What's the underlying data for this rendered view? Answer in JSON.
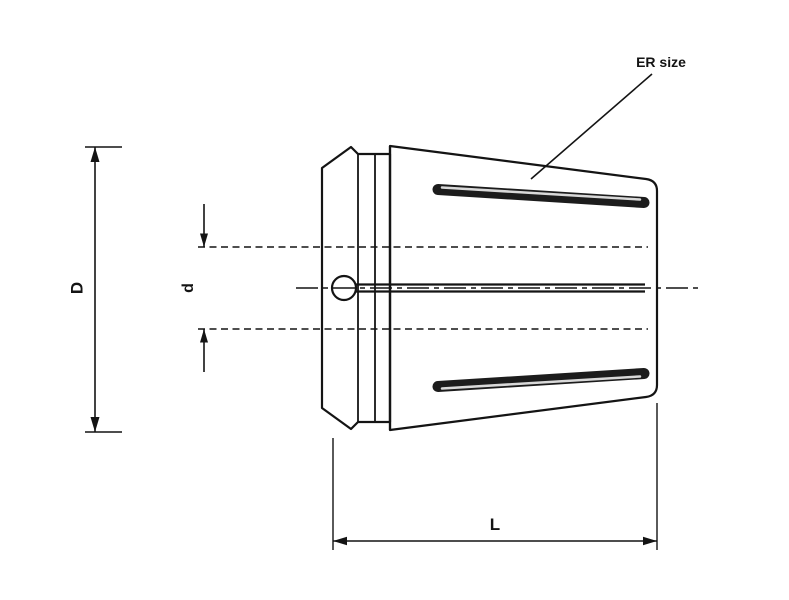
{
  "diagram": {
    "name": "ER collet technical drawing, side view with dimensions",
    "callout": {
      "er_size_label": "ER size"
    },
    "dimensions": {
      "outer_diameter_label": "D",
      "bore_diameter_label": "d",
      "length_label": "L"
    },
    "colors": {
      "line": "#141414",
      "body_fill": "#ebebeb",
      "slot_dark": "#1c1c1c",
      "slot_highlight": "#d9d9d9",
      "background": "#ffffff"
    }
  }
}
